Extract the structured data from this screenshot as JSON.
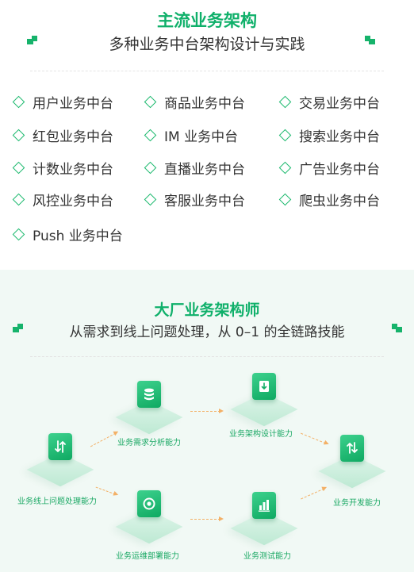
{
  "section1": {
    "title": "主流业务架构",
    "subtitle": "多种业务中台架构设计与实践",
    "items": [
      {
        "label": "用户业务中台"
      },
      {
        "label": "商品业务中台"
      },
      {
        "label": "交易业务中台"
      },
      {
        "label": "红包业务中台"
      },
      {
        "label": "IM 业务中台"
      },
      {
        "label": "搜索业务中台"
      },
      {
        "label": "计数业务中台"
      },
      {
        "label": "直播业务中台"
      },
      {
        "label": "广告业务中台"
      },
      {
        "label": "风控业务中台"
      },
      {
        "label": "客服业务中台"
      },
      {
        "label": "爬虫业务中台"
      },
      {
        "label": "Push 业务中台"
      }
    ]
  },
  "section2": {
    "title": "大厂业务架构师",
    "subtitle": "从需求到线上问题处理，从 0–1 的全链路技能",
    "nodes": [
      {
        "label": "业务线上问题处理能力",
        "icon": "swap-arrows-icon"
      },
      {
        "label": "业务需求分析能力",
        "icon": "database-icon"
      },
      {
        "label": "业务运维部署能力",
        "icon": "eye-icon"
      },
      {
        "label": "业务架构设计能力",
        "icon": "document-icon"
      },
      {
        "label": "业务测试能力",
        "icon": "bar-chart-icon"
      },
      {
        "label": "业务开发能力",
        "icon": "code-arrows-icon"
      }
    ]
  },
  "colors": {
    "accent": "#16b36b",
    "title_green": "#0fb06a",
    "text": "#333333",
    "arrow": "#f3b066",
    "panel_bg": "#f1f9f5"
  }
}
